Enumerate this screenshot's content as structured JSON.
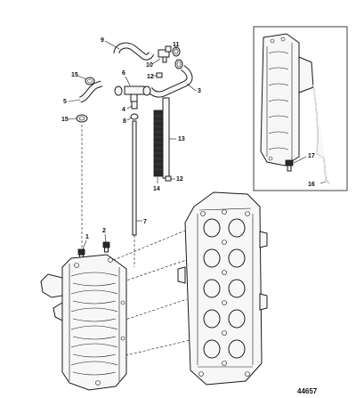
{
  "figure": {
    "number": "44657"
  },
  "callouts": {
    "c1": "1",
    "c2": "2",
    "c3": "3",
    "c4": "4",
    "c5": "5",
    "c6": "6",
    "c7": "7",
    "c8": "8",
    "c9": "9",
    "c10": "10",
    "c11": "11",
    "c12a": "12",
    "c12b": "12",
    "c13": "13",
    "c14": "14",
    "c15a": "15",
    "c15b": "15",
    "c16": "16",
    "c17": "17"
  },
  "colors": {
    "line": "#1a1a1a",
    "fill": "#f7f7f7",
    "background": "#ffffff",
    "dark_hose": "#2a2a2a"
  }
}
